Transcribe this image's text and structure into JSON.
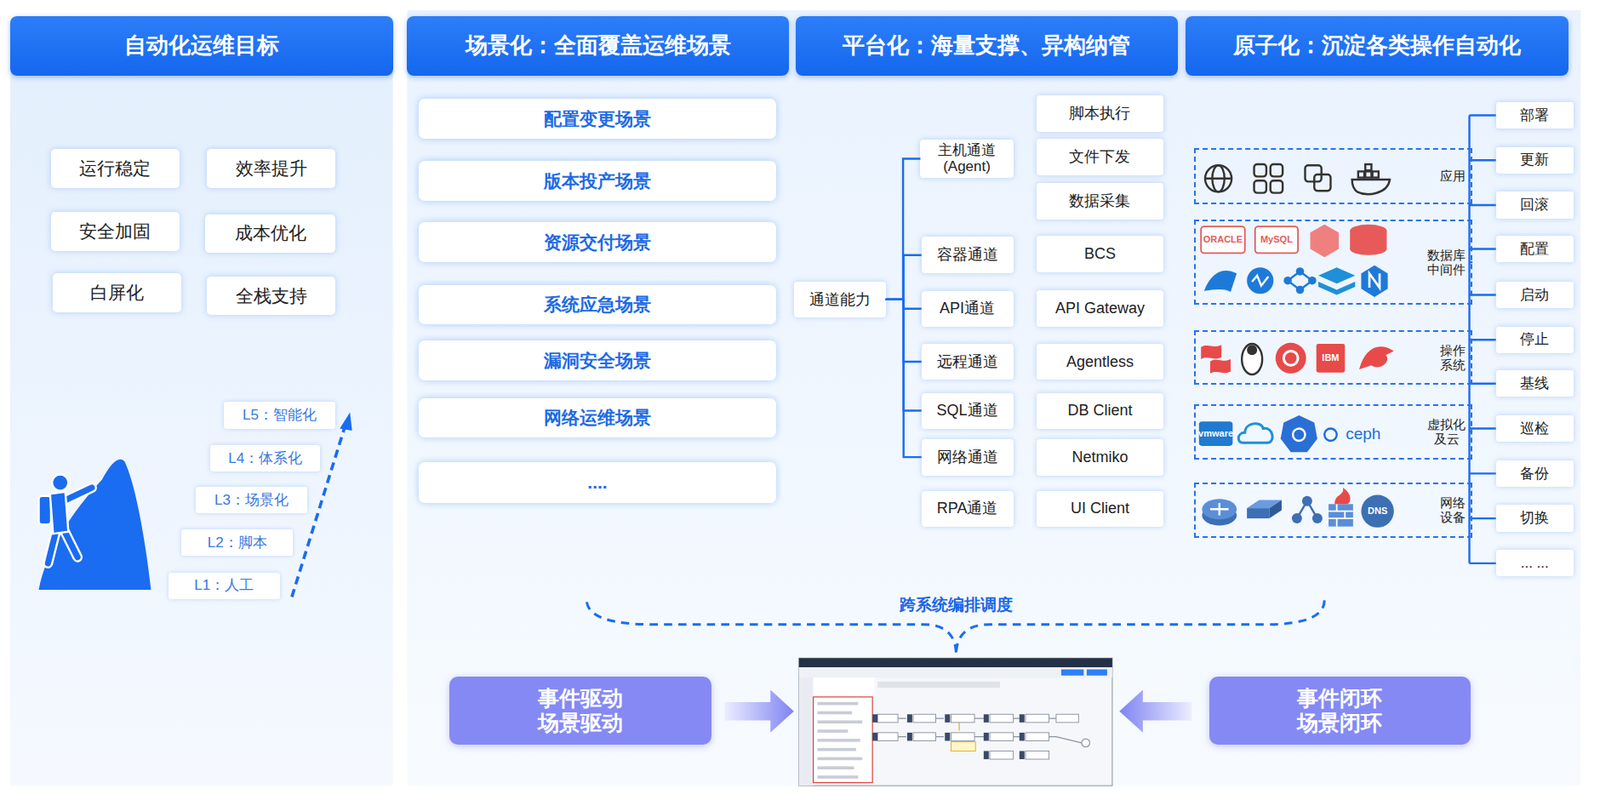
{
  "diagram": {
    "nodes": [
      {
        "text": [
          "自动化运维目标"
        ]
      },
      {
        "text": [
          "场景化：全面覆盖运维场景"
        ]
      },
      {
        "text": [
          "平台化：海量支撑、异构纳管"
        ]
      },
      {
        "text": [
          "原子化：沉淀各类操作自动化"
        ]
      },
      {
        "text": [
          "运行稳定"
        ]
      },
      {
        "text": [
          "效率提升"
        ]
      },
      {
        "text": [
          "安全加固"
        ]
      },
      {
        "text": [
          "成本优化"
        ]
      },
      {
        "text": [
          "白屏化"
        ]
      },
      {
        "text": [
          "全栈支持"
        ]
      },
      {
        "text": [
          "L5：智能化"
        ]
      },
      {
        "text": [
          "L4：体系化"
        ]
      },
      {
        "text": [
          "L3：场景化"
        ]
      },
      {
        "text": [
          "L2：脚本"
        ]
      },
      {
        "text": [
          "L1：人工"
        ]
      },
      {
        "text": [
          "配置变更场景"
        ]
      },
      {
        "text": [
          "版本投产场景"
        ]
      },
      {
        "text": [
          "资源交付场景"
        ]
      },
      {
        "text": [
          "系统应急场景"
        ]
      },
      {
        "text": [
          "漏洞安全场景"
        ]
      },
      {
        "text": [
          "网络运维场景"
        ]
      },
      {
        "text": [
          "...."
        ]
      },
      {
        "text": [
          "通道能力"
        ]
      },
      {
        "text": [
          "主机通道 (Agent)"
        ]
      },
      {
        "text": [
          "容器通道"
        ]
      },
      {
        "text": [
          "API通道"
        ]
      },
      {
        "text": [
          "远程通道"
        ]
      },
      {
        "text": [
          "SQL通道"
        ]
      },
      {
        "text": [
          "网络通道"
        ]
      },
      {
        "text": [
          "RPA通道"
        ]
      },
      {
        "text": [
          "脚本执行"
        ]
      },
      {
        "text": [
          "文件下发"
        ]
      },
      {
        "text": [
          "数据采集"
        ]
      },
      {
        "text": [
          "BCS"
        ]
      },
      {
        "text": [
          "API Gateway"
        ]
      },
      {
        "text": [
          "Agentless"
        ]
      },
      {
        "text": [
          "DB Client"
        ]
      },
      {
        "text": [
          "Netmiko"
        ]
      },
      {
        "text": [
          "UI Client"
        ]
      },
      {
        "text": [
          "应用"
        ]
      },
      {
        "text": [
          "数据库 中间件"
        ]
      },
      {
        "text": [
          "操作 系统"
        ]
      },
      {
        "text": [
          "虚拟化 及云"
        ]
      },
      {
        "text": [
          "网络 设备"
        ]
      },
      {
        "text": [
          "部署"
        ]
      },
      {
        "text": [
          "更新"
        ]
      },
      {
        "text": [
          "回滚"
        ]
      },
      {
        "text": [
          "配置"
        ]
      },
      {
        "text": [
          "启动"
        ]
      },
      {
        "text": [
          "停止"
        ]
      },
      {
        "text": [
          "基线"
        ]
      },
      {
        "text": [
          "巡检"
        ]
      },
      {
        "text": [
          "备份"
        ]
      },
      {
        "text": [
          "切换"
        ]
      },
      {
        "text": [
          "... ..."
        ]
      },
      {
        "text": [
          "事件驱动 场景驱动"
        ]
      },
      {
        "text": [
          "事件闭环 场景闭环"
        ]
      }
    ],
    "edges": [
      {
        "from": 22,
        "to": 23,
        "arrow": "none"
      },
      {
        "from": 22,
        "to": 24,
        "arrow": "none"
      },
      {
        "from": 22,
        "to": 25,
        "arrow": "none"
      },
      {
        "from": 22,
        "to": 26,
        "arrow": "none"
      },
      {
        "from": 22,
        "to": 27,
        "arrow": "none"
      },
      {
        "from": 22,
        "to": 28,
        "arrow": "none"
      }
    ],
    "labels": [
      "跨系统编排调度",
      "ORACLE",
      "MySQL",
      "IBM",
      "vmware",
      "ceph",
      "DNS"
    ]
  }
}
